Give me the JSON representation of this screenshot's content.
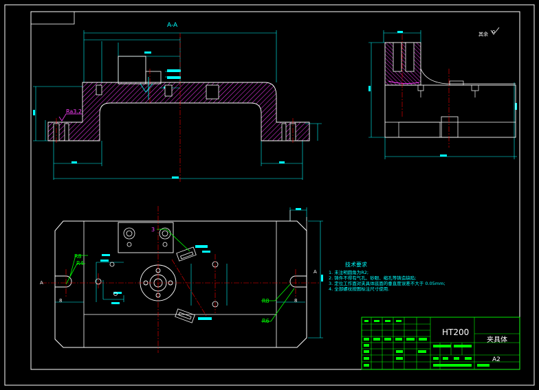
{
  "section_label": "A-A",
  "roughness_main": "Ra3.2",
  "roughness_other": "其余",
  "cut_left": "A",
  "cut_right": "A",
  "radii": {
    "r8_left": "R8",
    "r4_left": "R4",
    "r8_right": "R8",
    "r6_right": "R6"
  },
  "num_left": "8",
  "num_right": "8",
  "num_top": "3",
  "notes": {
    "heading": "技术要求",
    "items": [
      "1. 未注明圆角为R2;",
      "2. 铸件不得有气孔、砂眼、缩孔等铸造缺陷;",
      "3. 定位工作面对夹具体底面的垂直度误差不大于 0.05mm;",
      "4. 全部螺纹按图标注尺寸使用."
    ]
  },
  "title_block": {
    "material": "HT200",
    "part_name": "夹具体",
    "sheet_size": "A2"
  },
  "colors": {
    "background": "#000000",
    "frame": "#ffffff",
    "dimension": "#00ffff",
    "centerline": "#ff0000",
    "hatch": "#ff40ff",
    "leader": "#00ff00",
    "title_block": "#00ff00"
  }
}
